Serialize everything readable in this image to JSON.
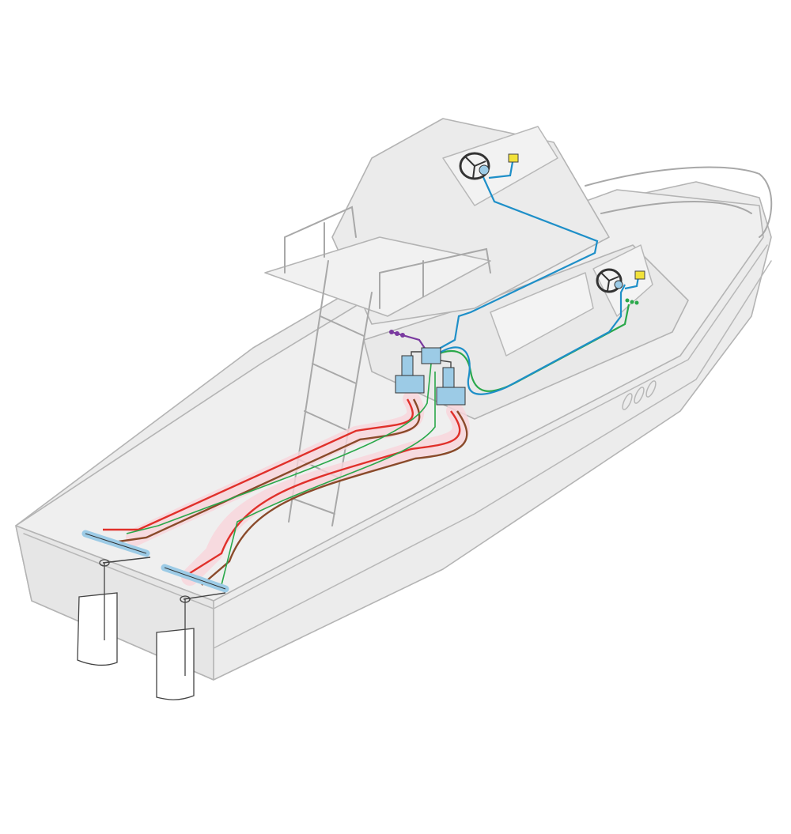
{
  "diagram": {
    "subject": "boat-hydraulic-steering-system",
    "colors": {
      "background": "#ffffff",
      "hull_fill": "#ececec",
      "hull_stroke": "#b4b4b4",
      "helm_line": "#1e8fc8",
      "return_line": "#2aa84a",
      "pressure_line": "#e0302a",
      "pressure_line_dark": "#8a4a2a",
      "pressure_glow": "#f9d6dc",
      "electrical": "#7a3aa0",
      "component": "#9ccbe6",
      "pump_box": "#f2e23a"
    },
    "components": [
      "upper-helm",
      "lower-helm",
      "pump-units",
      "distribution-block",
      "steering-cylinders",
      "rudders",
      "ladder",
      "flybridge"
    ]
  }
}
